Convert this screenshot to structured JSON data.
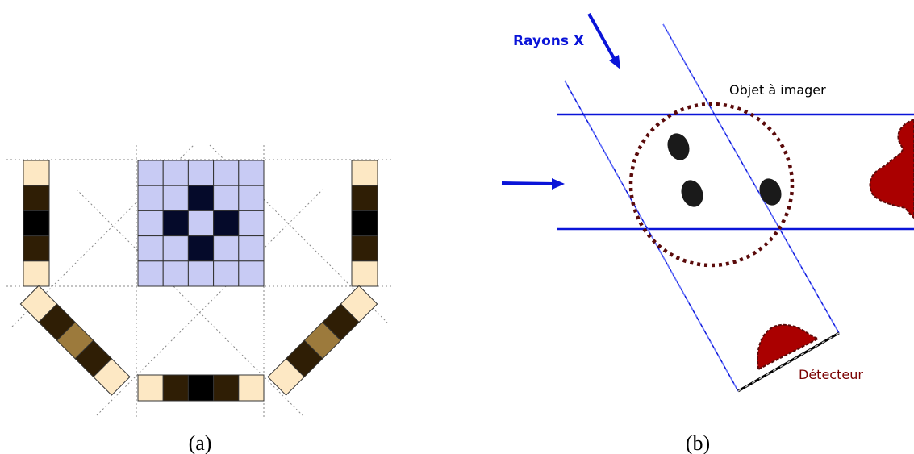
{
  "panel_a": {
    "caption": "(a)",
    "grid": {
      "rows": [
        [
          "L",
          "L",
          "L",
          "L",
          "L"
        ],
        [
          "L",
          "L",
          "D",
          "L",
          "L"
        ],
        [
          "L",
          "D",
          "L",
          "D",
          "L"
        ],
        [
          "L",
          "L",
          "D",
          "L",
          "L"
        ],
        [
          "L",
          "L",
          "L",
          "L",
          "L"
        ]
      ]
    },
    "projections": {
      "left": [
        "cream",
        "dark",
        "black",
        "dark",
        "cream"
      ],
      "right": [
        "cream",
        "dark",
        "black",
        "dark",
        "cream"
      ],
      "bottom": [
        "cream",
        "dark",
        "black",
        "dark",
        "cream"
      ],
      "diag_left": [
        "cream",
        "dark",
        "mid",
        "dark",
        "cream"
      ],
      "diag_right": [
        "cream",
        "dark",
        "mid",
        "dark",
        "cream"
      ]
    }
  },
  "panel_b": {
    "caption": "(b)",
    "xray_label": "Rayons X",
    "object_label": "Objet à imager",
    "detector_label": "Détecteur"
  },
  "colors": {
    "grid_light": "#c8cbf4",
    "grid_dark": "#050a2a",
    "cream": "#fde8c4",
    "dark": "#2f1e05",
    "black": "#000000",
    "mid": "#9c7a3c",
    "blue": "#0a14d8",
    "maroon": "#5a0a0a",
    "detector_fill": "#aa0000",
    "detector_text": "#7a0000"
  }
}
